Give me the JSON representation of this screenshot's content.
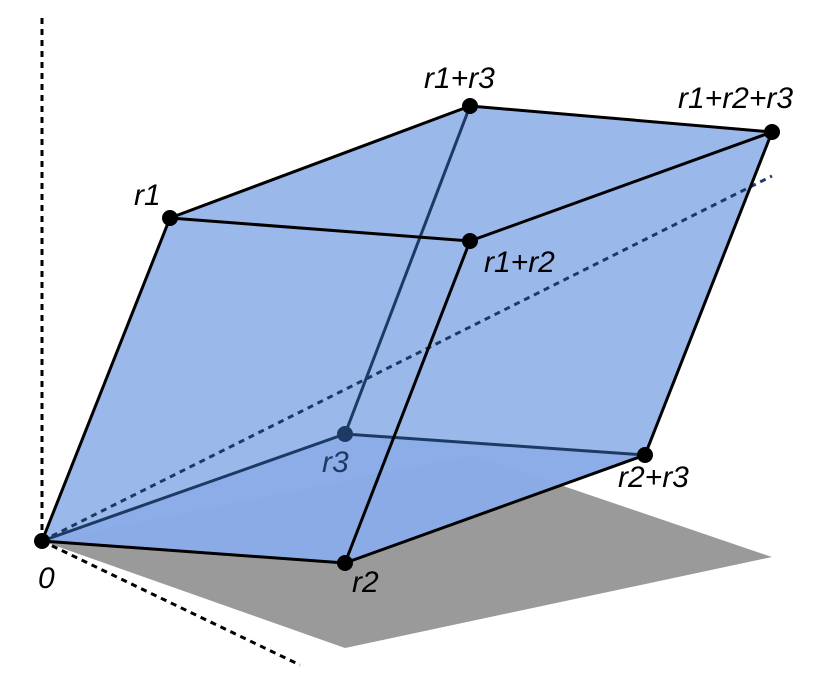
{
  "colors": {
    "background": "#ffffff",
    "face_fill": "#8daee8",
    "face_fill_dark": "#6f95d8",
    "shadow_fill": "#9a9a9a",
    "shadow_overlap": "#6380b8",
    "edge": "#000000",
    "hidden_edge": "#1e3a64",
    "vertex": "#000000"
  },
  "labels": {
    "origin": "0",
    "r1": "r1",
    "r2": "r2",
    "r3": "r3",
    "r1_r2": "r1+r2",
    "r1_r3": "r1+r3",
    "r2_r3": "r2+r3",
    "r1_r2_r3": "r1+r2+r3"
  }
}
